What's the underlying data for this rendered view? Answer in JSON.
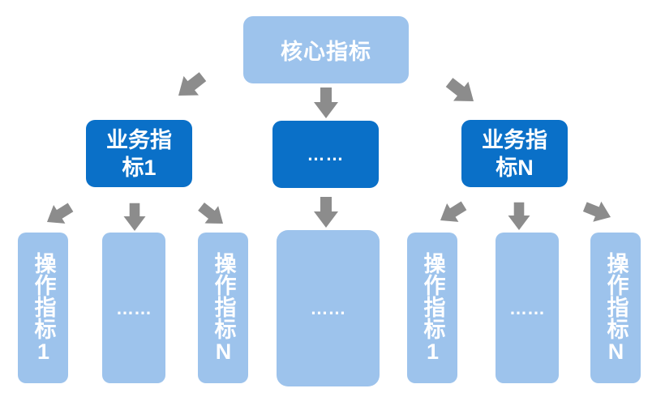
{
  "core": {
    "label": "核心指标"
  },
  "business": [
    {
      "label": "业务指标1"
    },
    {
      "label": "……"
    },
    {
      "label": "业务指标N"
    }
  ],
  "operations": [
    {
      "label": "操作指标1"
    },
    {
      "label": "……"
    },
    {
      "label": "操作指标N"
    },
    {
      "label": "……"
    },
    {
      "label": "操作指标1"
    },
    {
      "label": "……"
    },
    {
      "label": "操作指标N"
    }
  ],
  "colors": {
    "light": "#9dc3ec",
    "dark": "#0a70c8",
    "arrow": "#8c8c8c"
  }
}
